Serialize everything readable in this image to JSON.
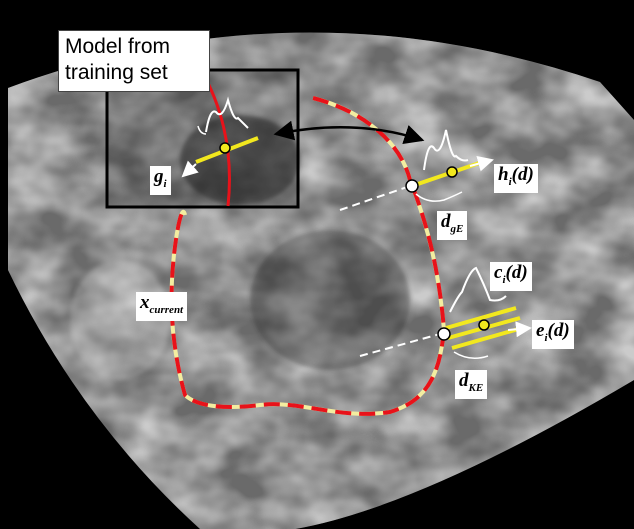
{
  "callout": {
    "line1": "Model from",
    "line2": "training set"
  },
  "labels": {
    "g_main": "g",
    "g_sub": "i",
    "x_main": "x",
    "x_sub": "current",
    "h_main": "h",
    "h_sub": "i",
    "h_arg": "(d)",
    "dg_main": "d",
    "dg_sub": "gE",
    "c_main": "c",
    "c_sub": "i",
    "c_arg": "(d)",
    "e_main": "e",
    "e_sub": "i",
    "e_arg": "(d)",
    "dk_main": "d",
    "dk_sub": "KE"
  },
  "colors": {
    "contour_red": "#e8121a",
    "contour_yellow": "#f3eda0",
    "profile_yellow": "#f2e81e",
    "box_border": "#000000"
  }
}
